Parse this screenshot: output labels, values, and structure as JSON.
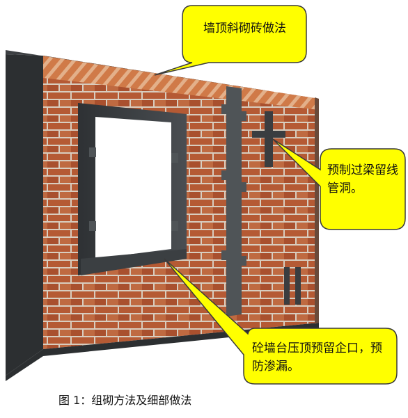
{
  "callouts": {
    "top_slant": "墙顶斜砌砖做法",
    "preset_hole": "预制过梁留线管洞。",
    "sill_notch": "砼墙台压顶预留企口，预防渗漏。"
  },
  "caption": "图 1：组砌方法及细部做法",
  "colors": {
    "brick": "#b85a35",
    "mortar": "#d9cfc3",
    "concrete": "#555a5f",
    "frame": "#3a3d40",
    "callout_fill": "#ffff00",
    "callout_stroke": "#3a3a3a"
  }
}
